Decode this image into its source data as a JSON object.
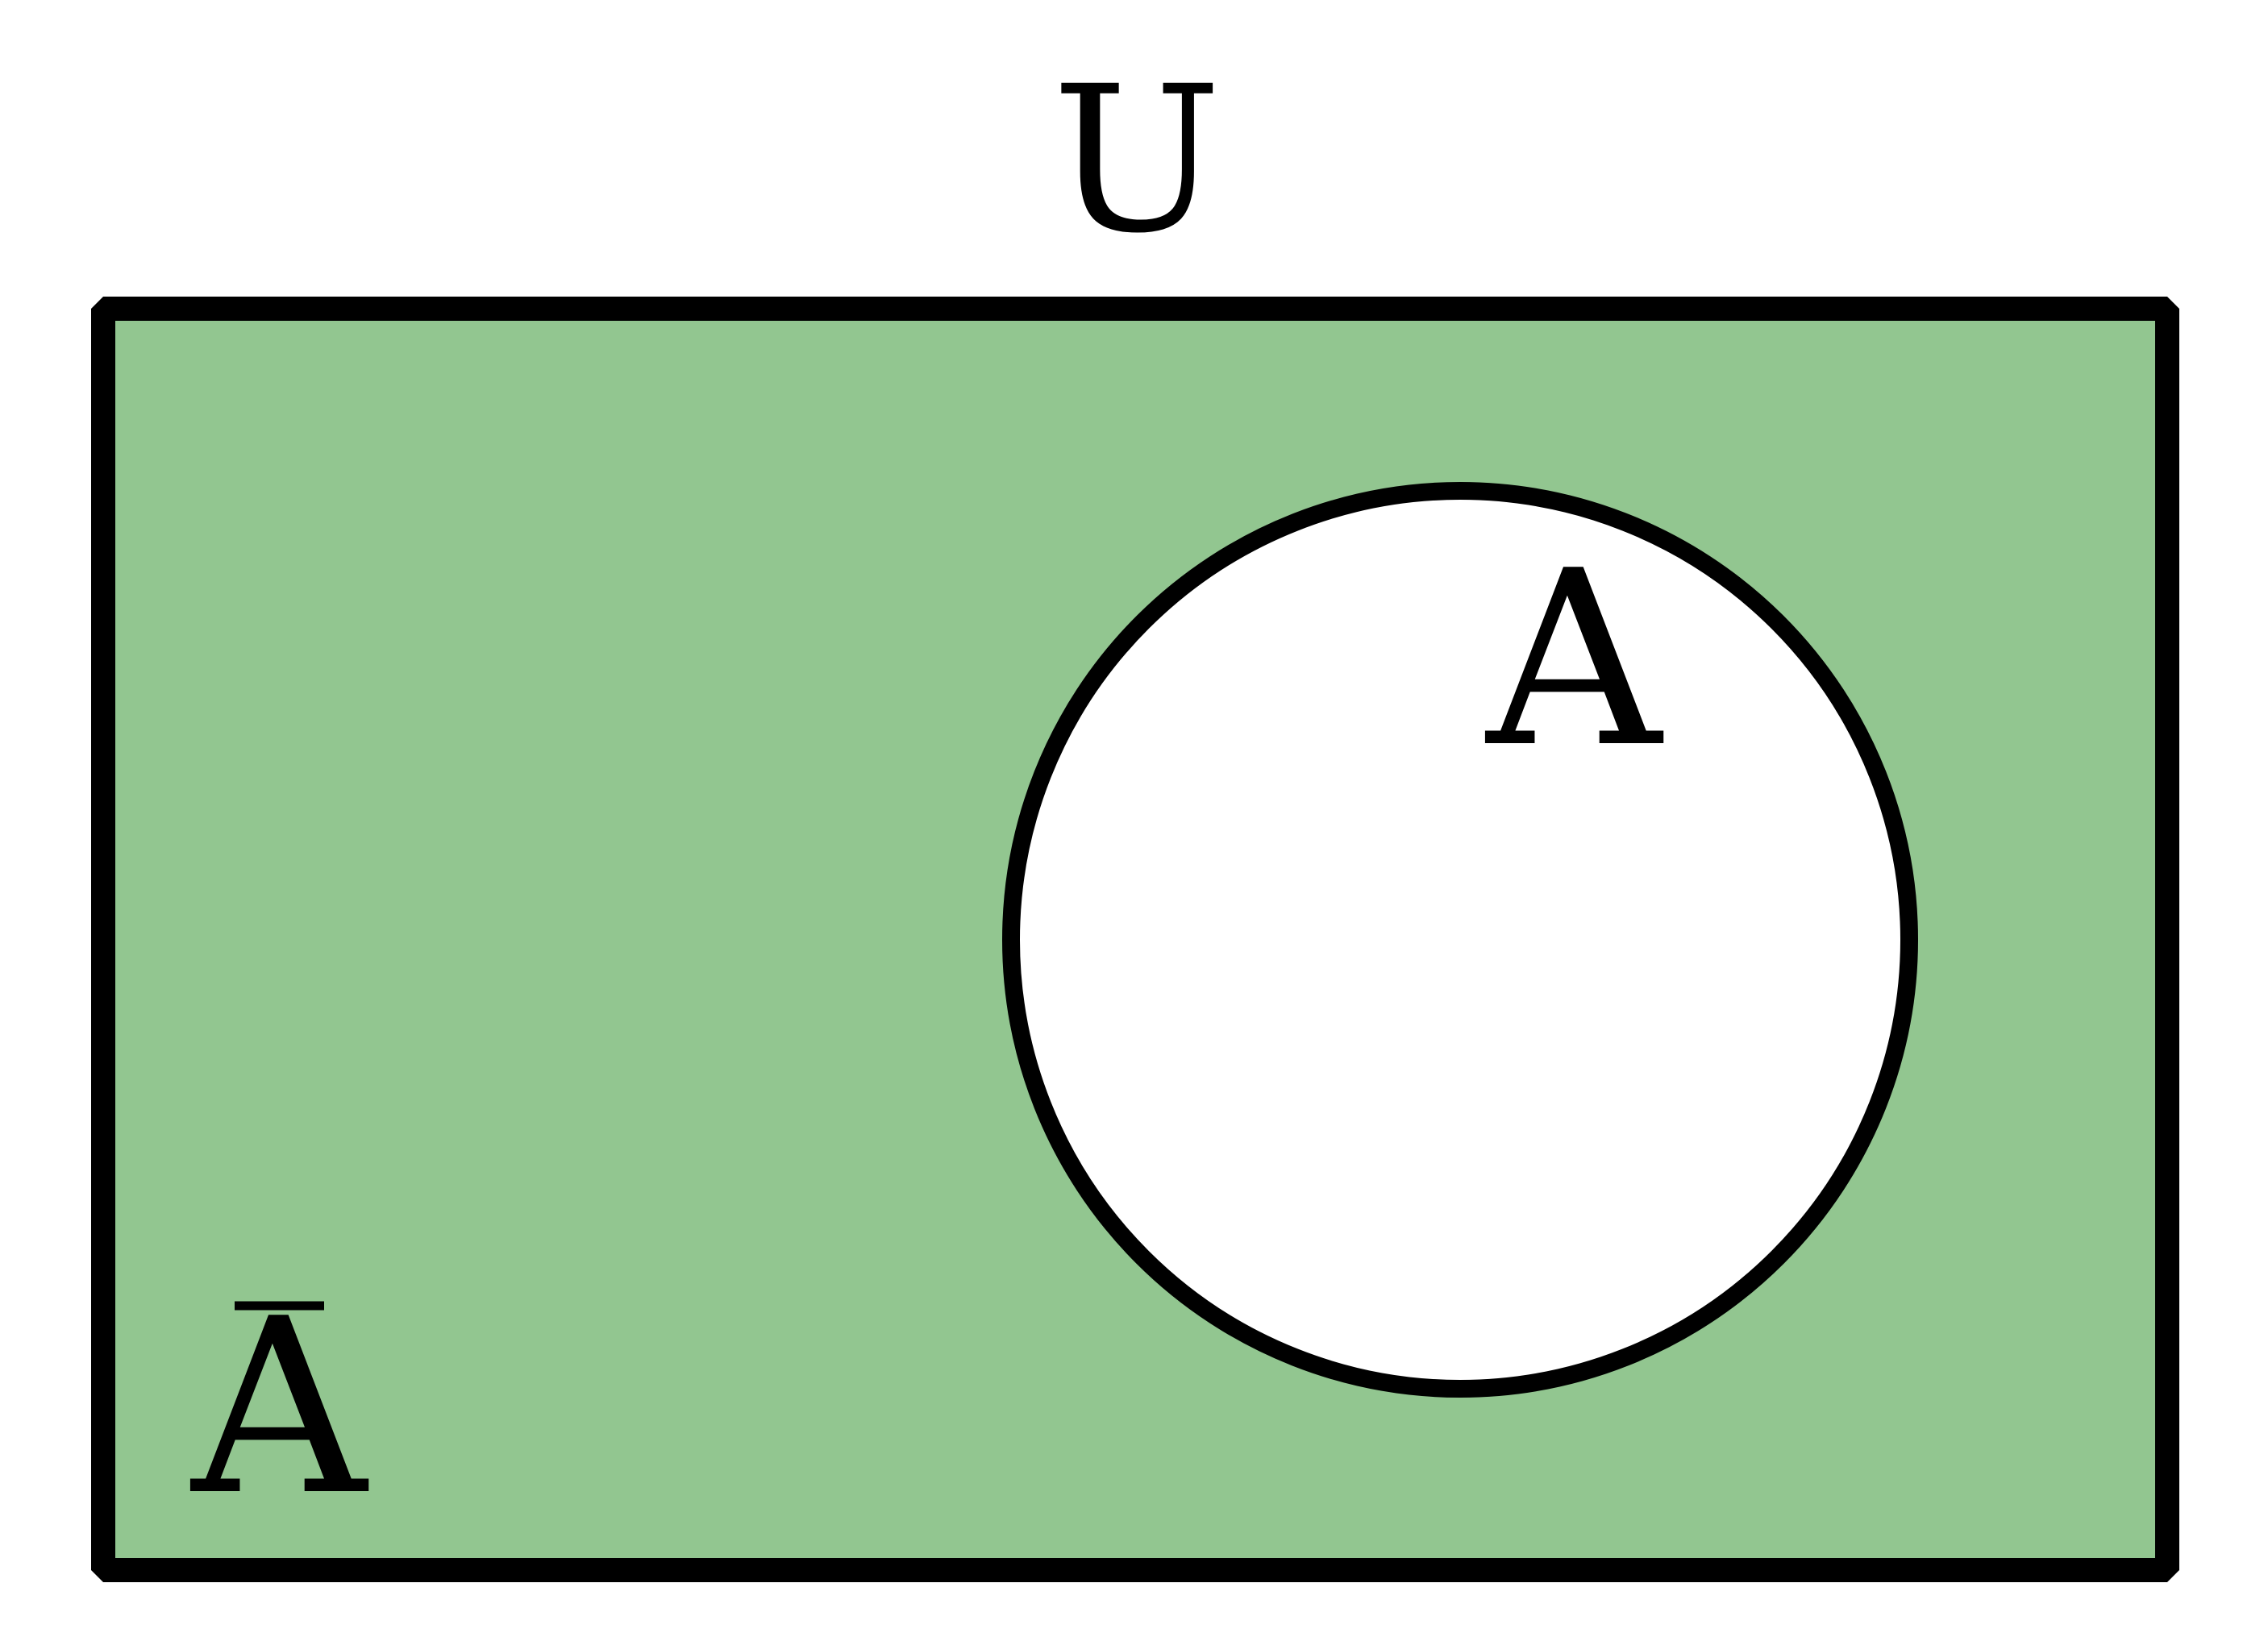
{
  "diagram": {
    "universe_label": "U",
    "set_label": "A",
    "complement_label": "A",
    "complement_mark": "overline",
    "colors": {
      "complement_fill": "#92c690",
      "set_fill": "#ffffff",
      "stroke": "#000000",
      "background": "#ffffff"
    }
  }
}
